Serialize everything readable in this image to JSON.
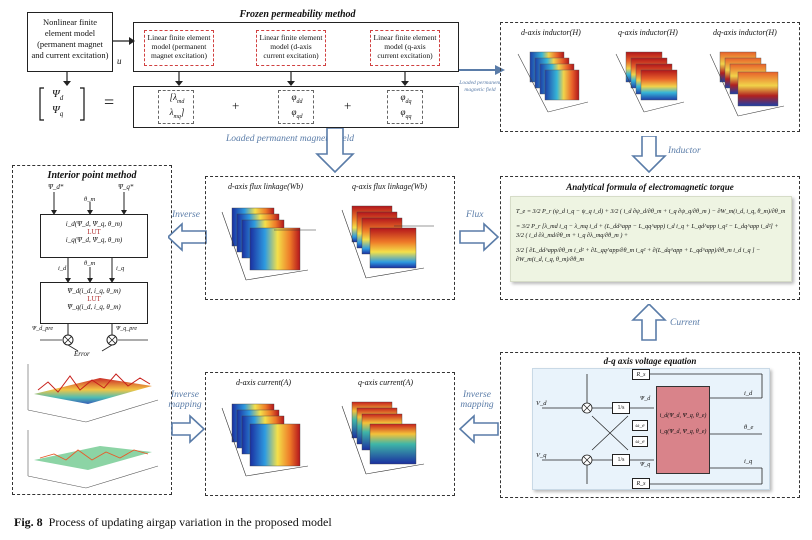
{
  "fem_model": {
    "line1": "Nonlinear finite",
    "line2": "element model",
    "line3": "(permanent magnet",
    "line4": "and current excitation)"
  },
  "psi_vector": {
    "top": "Ψ",
    "top_sub": "d",
    "bottom": "Ψ",
    "bottom_sub": "q"
  },
  "frozen": {
    "title": "Frozen permeability method",
    "u_label": "u",
    "eq_sign": "=",
    "plus1": "+",
    "plus2": "+",
    "boxes": [
      {
        "l1": "Linear finite element",
        "l2": "model (permanent",
        "l3": "magnet excitation)"
      },
      {
        "l1": "Linear finite element",
        "l2": "model (d-axis",
        "l3": "current excitation)"
      },
      {
        "l1": "Linear finite element",
        "l2": "model (q-axis",
        "l3": "current excitation)"
      }
    ],
    "lambda": [
      {
        "a": "λ",
        "a_sub": "md",
        "b": "λ",
        "b_sub": "mq"
      },
      {
        "a": "φ",
        "a_sub": "dd",
        "b": "φ",
        "b_sub": "qd"
      },
      {
        "a": "φ",
        "a_sub": "dq",
        "b": "φ",
        "b_sub": "qq"
      }
    ]
  },
  "inductor_panel": {
    "titles": [
      "d-axis inductor(H)",
      "q-axis inductor(H)",
      "dq-axis inductor(H)"
    ],
    "side_label": "Loaded permanent magnetic field"
  },
  "arrows": {
    "loaded_pm_field": "Loaded permanent magnetic field",
    "inductor": "Inductor",
    "inverse": "Inverse",
    "flux": "Flux",
    "current": "Current",
    "inverse_mapping_left": "Inverse mapping",
    "inverse_mapping_right": "Inverse mapping"
  },
  "flux_panel": {
    "titles": [
      "d-axis flux linkage(Wb)",
      "q-axis flux linkage(Wb)"
    ]
  },
  "current_panel": {
    "titles": [
      "d-axis current(A)",
      "q-axis current(A)"
    ]
  },
  "torque": {
    "title": "Analytical formula of electromagnetic torque",
    "l1": "T_e = 3/2 P_r (ψ_d i_q − ψ_q i_d) + 3/2 ( i_d ∂ψ_d/∂θ_m + i_q ∂ψ_q/∂θ_m ) − ∂W_m(i_d, i_q, θ_m)/∂θ_m",
    "l2": "= 3/2 P_r [λ_md i_q − λ_mq i_d + (L_dd^app − L_qq^app) i_d i_q + L_qd^app i_q² − L_dq^app i_d²] + 3/2 ( i_d ∂λ_md/∂θ_m + i_q ∂λ_mq/∂θ_m ) +",
    "l3": "3/2 [ ∂L_dd^app/∂θ_m i_d² + ∂L_qq^app/∂θ_m i_q² + ∂(L_dq^app + L_qd^app)/∂θ_m i_d i_q ] − ∂W_m(i_d, i_q, θ_m)/∂θ_m"
  },
  "ipm": {
    "title": "Interior point method",
    "in1": "Ψ_d*",
    "in2": "Ψ_q*",
    "theta": "θ_m",
    "box1_l1": "i_d(Ψ_d, Ψ_q, θ_m)",
    "box1_lut": "LUT",
    "box1_l2": "i_q(Ψ_d, Ψ_q, θ_m)",
    "id_label": "i_d",
    "iq_label": "i_q",
    "box2_l1": "Ψ_d(i_d, i_q, θ_m)",
    "box2_lut": "LUT",
    "box2_l2": "Ψ_q(i_d, i_q, θ_m)",
    "out1": "Ψ_d_pre",
    "out2": "Ψ_q_pre",
    "error": "Error"
  },
  "dq": {
    "title": "d-q axis voltage equation",
    "rs": "R_s",
    "vd": "V_d",
    "vq": "V_q",
    "psi_d": "Ψ_d",
    "psi_q": "Ψ_q",
    "omega1": "ω_e",
    "omega2": "ω_e",
    "integ1": "1/s",
    "integ2": "1/s",
    "lut_l1": "i_d(Ψ_d, Ψ_q, θ_e)",
    "lut_l2": "i_q(Ψ_d, Ψ_q, θ_e)",
    "out_id": "i_d",
    "out_theta": "θ_e",
    "out_iq": "i_q"
  },
  "caption": {
    "fig": "Fig. 8",
    "text": "Process of updating airgap variation in the proposed model"
  },
  "colors": {
    "accent_blue": "#5a7ca8",
    "lut_red": "#d9838a",
    "torque_bg": "#eef4e2",
    "dq_bg": "#e9f3fb"
  }
}
